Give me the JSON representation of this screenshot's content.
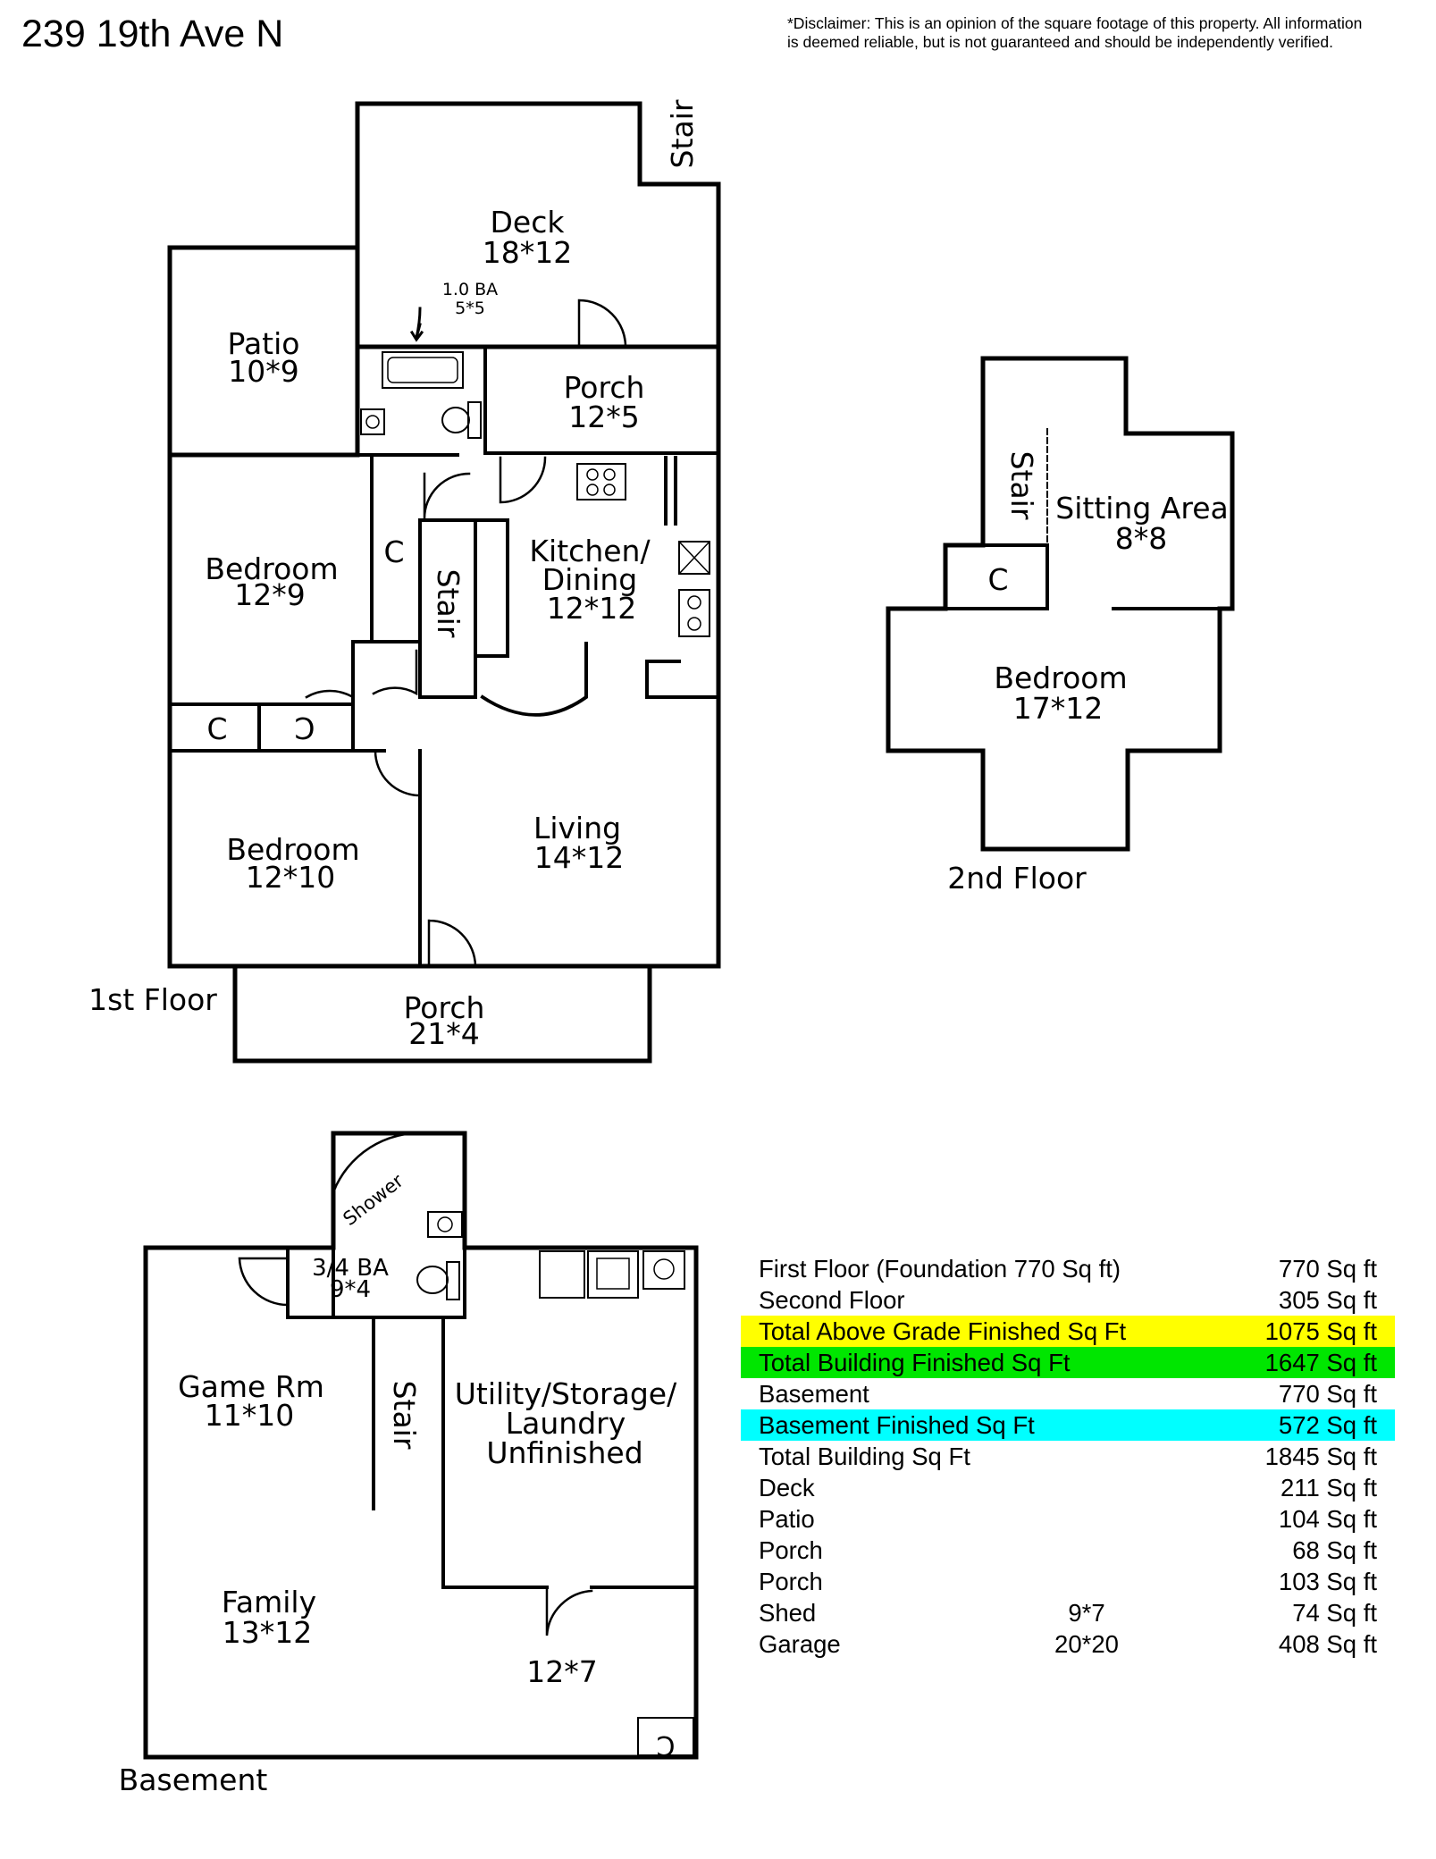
{
  "header": {
    "address": "239 19th Ave N",
    "disclaimer_line1": "*Disclaimer: This is an opinion of the square footage of this property. All information",
    "disclaimer_line2": "is deemed reliable, but is not guaranteed and should be independently verified."
  },
  "colors": {
    "highlight_yellow": "#ffff00",
    "highlight_green": "#00e600",
    "highlight_cyan": "#00ffff",
    "wall": "#000000"
  },
  "floors": {
    "first": {
      "label": "1st Floor",
      "rooms": {
        "deck": {
          "name": "Deck",
          "dim": "18*12"
        },
        "stair_outside": {
          "name": "Stair"
        },
        "bath": {
          "name": "1.0 BA",
          "dim": "5*5"
        },
        "patio": {
          "name": "Patio",
          "dim": "10*9"
        },
        "porch_back": {
          "name": "Porch",
          "dim": "12*5"
        },
        "bedroom_a": {
          "name": "Bedroom",
          "dim": "12*9"
        },
        "closet_1": {
          "name": "C"
        },
        "stair_inside": {
          "name": "Stair"
        },
        "kitchen_line1": {
          "name": "Kitchen/"
        },
        "kitchen_line2": {
          "name": "Dining"
        },
        "kitchen_dim": {
          "dim": "12*12"
        },
        "closet_2": {
          "name": "C"
        },
        "closet_3": {
          "name": "C"
        },
        "bedroom_b": {
          "name": "Bedroom",
          "dim": "12*10"
        },
        "living": {
          "name": "Living",
          "dim": "14*12"
        },
        "porch_front": {
          "name": "Porch",
          "dim": "21*4"
        }
      }
    },
    "second": {
      "label": "2nd Floor",
      "rooms": {
        "stair": {
          "name": "Stair"
        },
        "sitting": {
          "name": "Sitting Area",
          "dim": "8*8"
        },
        "closet": {
          "name": "C"
        },
        "bedroom": {
          "name": "Bedroom",
          "dim": "17*12"
        }
      }
    },
    "basement": {
      "label": "Basement",
      "rooms": {
        "shower": {
          "name": "Shower"
        },
        "bath": {
          "name": "3/4 BA",
          "dim": "9*4"
        },
        "game": {
          "name": "Game Rm",
          "dim": "11*10"
        },
        "stair": {
          "name": "Stair"
        },
        "utility_line1": {
          "name": "Utility/Storage/"
        },
        "utility_line2": {
          "name": "Laundry"
        },
        "utility_line3": {
          "name": "Unfinished"
        },
        "family": {
          "name": "Family",
          "dim": "13*12"
        },
        "storage_dim": {
          "dim": "12*7"
        },
        "closet": {
          "name": "C"
        }
      }
    }
  },
  "sqft_table": [
    {
      "label": "First Floor (Foundation 770 Sq ft)",
      "dim": "",
      "area": "770 Sq ft",
      "highlight": ""
    },
    {
      "label": "Second Floor",
      "dim": "",
      "area": "305 Sq ft",
      "highlight": ""
    },
    {
      "label": "Total Above Grade Finished Sq Ft",
      "dim": "",
      "area": "1075 Sq ft",
      "highlight": "#ffff00"
    },
    {
      "label": "Total Building Finished Sq Ft",
      "dim": "",
      "area": "1647 Sq ft",
      "highlight": "#00e600"
    },
    {
      "label": "Basement",
      "dim": "",
      "area": "770 Sq ft",
      "highlight": ""
    },
    {
      "label": "Basement Finished Sq Ft",
      "dim": "",
      "area": "572 Sq ft",
      "highlight": "#00ffff"
    },
    {
      "label": "Total Building Sq Ft",
      "dim": "",
      "area": "1845 Sq ft",
      "highlight": ""
    },
    {
      "label": "Deck",
      "dim": "",
      "area": "211 Sq ft",
      "highlight": ""
    },
    {
      "label": "Patio",
      "dim": "",
      "area": "104 Sq ft",
      "highlight": ""
    },
    {
      "label": "Porch",
      "dim": "",
      "area": "68 Sq ft",
      "highlight": ""
    },
    {
      "label": "Porch",
      "dim": "",
      "area": "103 Sq ft",
      "highlight": ""
    },
    {
      "label": "Shed",
      "dim": "9*7",
      "area": "74 Sq ft",
      "highlight": ""
    },
    {
      "label": "Garage",
      "dim": "20*20",
      "area": "408 Sq ft",
      "highlight": ""
    }
  ]
}
